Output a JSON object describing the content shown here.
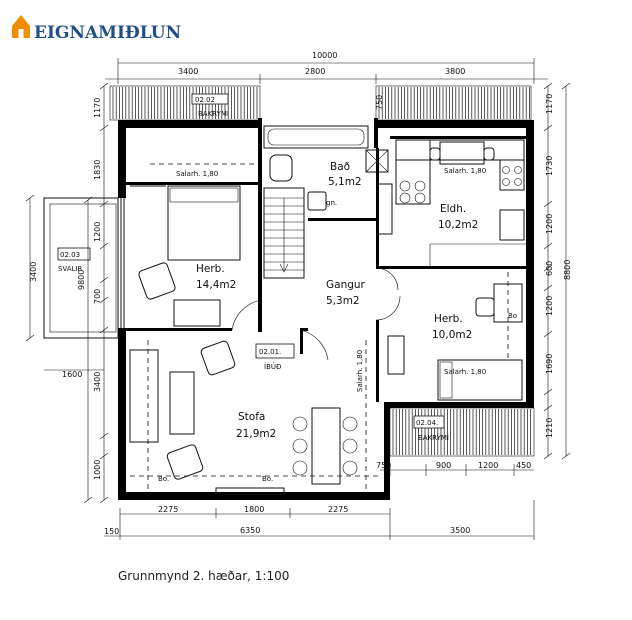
{
  "logo": {
    "text": "EIGNAMIÐLUN",
    "color_house": "#f28c00",
    "color_text": "#1f4e8c"
  },
  "caption": "Grunnmynd 2. hæðar, 1:100",
  "rooms": {
    "bad": {
      "name": "Bað",
      "area": "5,1m2"
    },
    "eldh": {
      "name": "Eldh.",
      "area": "10,2m2"
    },
    "herb_left": {
      "name": "Herb.",
      "area": "14,4m2"
    },
    "gangur": {
      "name": "Gangur",
      "area": "5,3m2"
    },
    "herb_right": {
      "name": "Herb.",
      "area": "10,0m2"
    },
    "stofa": {
      "name": "Stofa",
      "area": "21,9m2"
    }
  },
  "labels": {
    "bakrymi_top_code": "02.02",
    "bakrymi_top": "BAKRÝMI",
    "svalir_code": "02.03",
    "svalir": "SVALIR",
    "ibud_code": "02.01.",
    "ibud": "ÍBÚÐ",
    "bakrymi_bottom_code": "02.04.",
    "bakrymi_bottom": "BAKRÝMI",
    "salarh_1": "Salarh. 1,80",
    "salarh_2": "Salarh. 1,80",
    "salarh_3": "Salarh. 1,80",
    "salarh_4": "Salarh. 1,80",
    "bo_1": "Bo.",
    "bo_2": "Bo.",
    "bo_3": "Bo",
    "gn": "gn."
  },
  "dims": {
    "top_total": "10000",
    "top_1": "3400",
    "top_2": "2800",
    "top_3": "3800",
    "bottom_1": "2275",
    "bottom_2": "1800",
    "bottom_3": "2275",
    "bottom_total_1": "6350",
    "bottom_total_2": "3500",
    "bottom_150": "150",
    "right_1": "1170",
    "right_2": "1730",
    "right_3": "1200",
    "right_4": "600",
    "right_5": "1200",
    "right_6": "1690",
    "right_7": "1210",
    "right_total": "8800",
    "left_1": "1170",
    "left_2": "1830",
    "left_3": "1200",
    "left_4": "9800",
    "left_5": "700",
    "left_6": "3400",
    "left_7": "1000",
    "left_3400": "3400",
    "left_1600": "1600",
    "step_750": "750",
    "br_750": "750",
    "br_900": "900",
    "br_1200": "1200",
    "br_450": "450"
  }
}
